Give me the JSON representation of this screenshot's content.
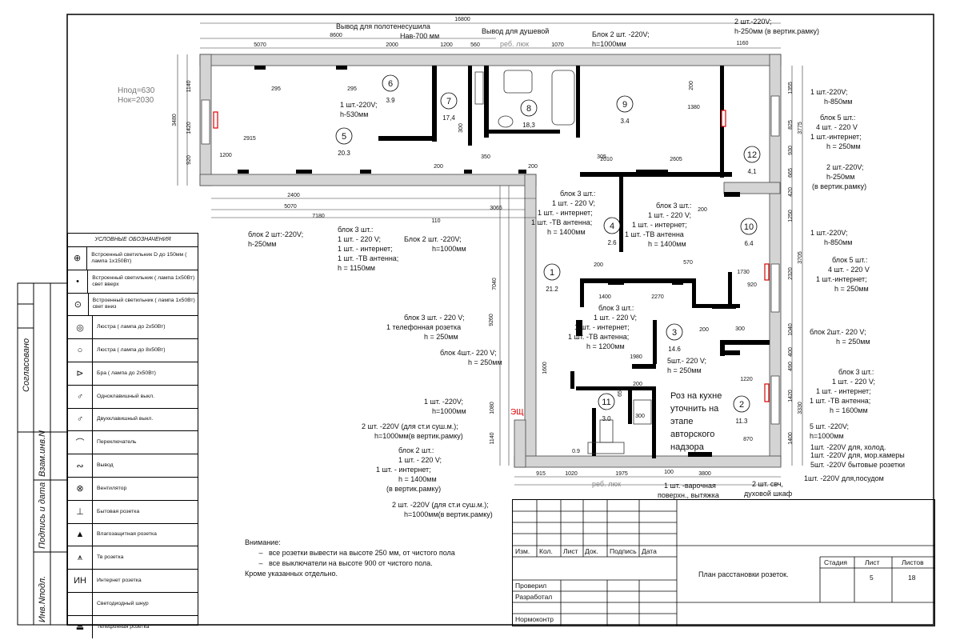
{
  "sheet": {
    "side_labels": [
      "Согласовано",
      "Взам.инв.N",
      "Подпись и дата",
      "Инв.Nподл."
    ],
    "title": "План расстановки розеток.",
    "stage_label": "Стадия",
    "sheet_label": "Лист",
    "sheets_label": "Листов",
    "sheet_no": "5",
    "sheets_total": "18",
    "cols": [
      "Изм.",
      "Кол.",
      "Лист",
      "Док.",
      "Подпись",
      "Дата"
    ],
    "rows": [
      "Проверил",
      "Разработал",
      "",
      "Нормоконтр"
    ]
  },
  "legend": {
    "title": "УСЛОВНЫЕ ОБОЗНАЧЕНИЯ",
    "items": [
      {
        "icon": "ceiling-light-150-icon",
        "symbol": "⊕",
        "label": "Встроенный светильник D до 150мм  ( лампа  1х150Вт)"
      },
      {
        "icon": "ceiling-light-up-icon",
        "symbol": "•",
        "label": "Встроенный светильник ( лампа  1х50Вт)  свет вверх"
      },
      {
        "icon": "ceiling-light-down-icon",
        "symbol": "⊙",
        "label": "Встроенный светильник ( лампа  1х50Вт)  свет вниз"
      },
      {
        "icon": "chandelier-small-icon",
        "symbol": "◎",
        "label": "Люстра  ( лампа до  2х50Вт)"
      },
      {
        "icon": "chandelier-large-icon",
        "symbol": "○",
        "label": "Люстра  ( лампа до  8х50Вт)"
      },
      {
        "icon": "sconce-icon",
        "symbol": "⊳",
        "label": "Бра ( лампа до 2х50Вт)"
      },
      {
        "icon": "single-switch-icon",
        "symbol": "♂",
        "label": "Одноклавишный выкл."
      },
      {
        "icon": "double-switch-icon",
        "symbol": "♂",
        "label": "Двухклавишный выкл."
      },
      {
        "icon": "pass-switch-icon",
        "symbol": "⌒",
        "label": "Переключатель"
      },
      {
        "icon": "wire-outlet-icon",
        "symbol": "∾",
        "label": "Вывод"
      },
      {
        "icon": "fan-icon",
        "symbol": "⊗",
        "label": "Вентилятор"
      },
      {
        "icon": "socket-icon",
        "symbol": "⊥",
        "label": "Бытовая розетка"
      },
      {
        "icon": "waterproof-socket-icon",
        "symbol": "▲",
        "label": "Влагозащитная розетка"
      },
      {
        "icon": "tv-socket-icon",
        "symbol": "⩚",
        "label": "Тв розетка"
      },
      {
        "icon": "internet-socket-icon",
        "symbol": "ИН",
        "label": "Интернет розетка"
      },
      {
        "icon": "led-cord-icon",
        "symbol": "",
        "label": "Светодиодный шнур"
      },
      {
        "icon": "phone-socket-icon",
        "symbol": "⏏",
        "label": "Телефонная розетка"
      }
    ]
  },
  "notes": {
    "title": "Внимание:",
    "items": [
      "все розетки вывести на высоте 250 мм, от чистого пола",
      "все выключатели на высоте 900 от чистого пола."
    ],
    "footer": "Кроме указанных отдельно."
  },
  "rooms": [
    {
      "no": "1",
      "area": "21.2"
    },
    {
      "no": "2",
      "area": "11.3"
    },
    {
      "no": "3",
      "area": "14.6"
    },
    {
      "no": "4",
      "area": "2.6"
    },
    {
      "no": "5",
      "area": "20.3"
    },
    {
      "no": "6",
      "area": "3.9"
    },
    {
      "no": "7",
      "area": "17,4"
    },
    {
      "no": "8",
      "area": "18,3"
    },
    {
      "no": "9",
      "area": "3.4"
    },
    {
      "no": "10",
      "area": "6.4"
    },
    {
      "no": "11",
      "area": "3.0"
    },
    {
      "no": "12",
      "area": "4,1"
    }
  ],
  "dimensions": [
    "16800",
    "8600",
    "5070",
    "2000",
    "1200",
    "560",
    "1070",
    "1160",
    "1140",
    "1420",
    "920",
    "3480",
    "2915",
    "295",
    "295",
    "1200",
    "2400",
    "5070",
    "7180",
    "110",
    "3065",
    "200",
    "350",
    "300",
    "200",
    "305",
    "2010",
    "2605",
    "200",
    "200",
    "1380",
    "1355",
    "825",
    "930",
    "665",
    "420",
    "3775",
    "1250",
    "3705",
    "2320",
    "1730",
    "920",
    "200",
    "570",
    "1400",
    "2270",
    "200",
    "300",
    "1040",
    "400",
    "1980",
    "490",
    "1220",
    "1420",
    "3330",
    "1400",
    "870",
    "1600",
    "7040",
    "9260",
    "1080",
    "1140",
    "650",
    "200",
    "300",
    "915",
    "1020",
    "1975",
    "100",
    "3800",
    "0.9"
  ],
  "annotations": [
    "Вывод для полотенесушила",
    "Нав-700 мм",
    "Вывод для душевой",
    "реб. люк",
    "Блок 2 шт. -220V;",
    "h=1000мм",
    "2 шт.-220V;",
    "h-250мм (в вертик.рамку)",
    "1 шт.-220V;",
    "h-530мм",
    "Hпод=630",
    "Hок=2030",
    "1 шт.-220V;",
    "h-850мм",
    "блок 5 шт.:",
    "4 шт. - 220 V",
    "1 шт.-интернет;",
    "h = 250мм",
    "2 шт.-220V;",
    "h-250мм",
    "(в вертик.рамку)",
    "блок 3 шт.:",
    "1 шт. - 220 V;",
    "1 шт. - интернет;",
    "1 шт. -ТВ антенна;",
    "h = 1400мм",
    "блок 3 шт.:",
    "1 шт. - 220 V;",
    "1 шт. - интернет;",
    "1 шт. -ТВ антенна",
    "h = 1400мм",
    "блок 2 шт:-220V;",
    "h-250мм",
    "блок 3 шт.:",
    "1 шт. - 220 V;",
    "1 шт. - интернет;",
    "1 шт. -ТВ антенна;",
    "h = 1150мм",
    "Блок 2 шт. -220V;",
    "h=1000мм",
    "1 шт.-220V;",
    "h-850мм",
    "блок 5 шт.:",
    "4 шт. - 220 V",
    "1 шт.-интернет;",
    "h = 250мм",
    "блок 3 шт. - 220 V;",
    "1 телефонная розетка",
    "h = 250мм",
    "блок 3 шт.:",
    "1 шт. - 220 V;",
    "1 шт. - интернет;",
    "1 шт. -ТВ антенна;",
    "h = 1200мм",
    "блок 2шт.- 220 V;",
    "h = 250мм",
    "блок 4шт.- 220 V;",
    "h = 250мм",
    "5шт.- 220 V;",
    "h = 250мм",
    "блок 3 шт.:",
    "1 шт. - 220 V;",
    "1 шт. - интернет;",
    "1 шт. -ТВ антенна;",
    "h = 1600мм",
    "1 шт. -220V;",
    "h=1000мм",
    "2 шт. -220V (для ст.и суш.м.);",
    "h=1000мм(в вертик.рамку)",
    "блок 2 шт.:",
    "1 шт. - 220 V;",
    "1 шт. - интернет;",
    "h = 1400мм",
    "(в вертик.рамку)",
    "2 шт. -220V (для ст.и суш.м.);",
    "h=1000мм(в вертик.рамку)",
    "5 шт. -220V;",
    "h=1000мм",
    "1шт. -220V для, холод.",
    "1шт. -220V для,  мор.камеры",
    "5шт. -220V бытовые розетки",
    "1шт. -220V для,посудом",
    "1 шт. -варочная",
    "поверхн., вытяжка",
    "2 шт. свч,",
    "духовой шкаф",
    "реб. люк",
    "ЭЩ"
  ],
  "handwritten_note": [
    "Роз на кухне",
    "уточнить на",
    "этапе",
    "авторского",
    "надзора"
  ]
}
